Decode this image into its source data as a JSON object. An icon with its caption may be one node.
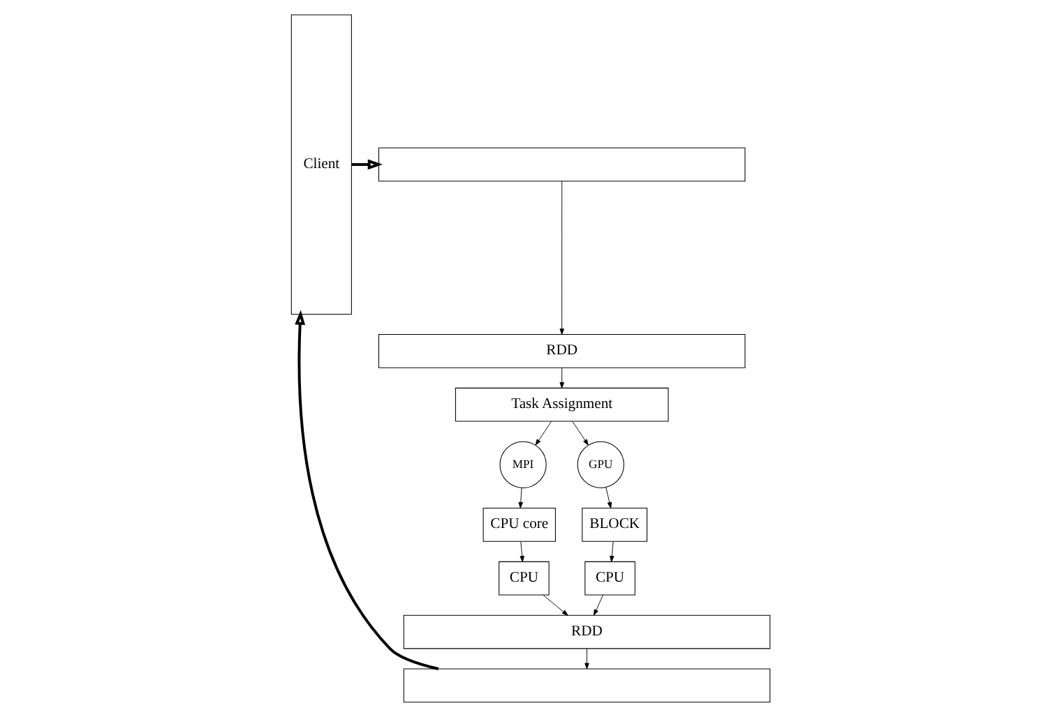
{
  "diagram": {
    "nodes": [
      {
        "text": [
          "Client"
        ]
      },
      {
        "text": [],
        "shape": "box"
      },
      {
        "text": [
          "RDD"
        ]
      },
      {
        "text": [
          "Task Assignment"
        ]
      },
      {
        "text": [
          "MPI"
        ]
      },
      {
        "text": [
          "GPU"
        ]
      },
      {
        "text": [
          "CPU core"
        ]
      },
      {
        "text": [
          "BLOCK"
        ]
      },
      {
        "text": [
          "CPU"
        ]
      },
      {
        "text": [
          "CPU"
        ]
      },
      {
        "text": [
          "RDD"
        ]
      },
      {
        "text": [],
        "shape": "box"
      }
    ],
    "edges": [
      {
        "from": 0,
        "to": 1,
        "arrow": "to",
        "style": "thick"
      },
      {
        "from": 1,
        "to": 2,
        "arrow": "to"
      },
      {
        "from": 2,
        "to": 3,
        "arrow": "to"
      },
      {
        "from": 3,
        "to": 4,
        "arrow": "to"
      },
      {
        "from": 3,
        "to": 5,
        "arrow": "to"
      },
      {
        "from": 4,
        "to": 6,
        "arrow": "to"
      },
      {
        "from": 5,
        "to": 7,
        "arrow": "to"
      },
      {
        "from": 6,
        "to": 8,
        "arrow": "to"
      },
      {
        "from": 7,
        "to": 9,
        "arrow": "to"
      },
      {
        "from": 8,
        "to": 10,
        "arrow": "to"
      },
      {
        "from": 9,
        "to": 10,
        "arrow": "to"
      },
      {
        "from": 10,
        "to": 11,
        "arrow": "to"
      },
      {
        "from": 11,
        "to": 0,
        "arrow": "to",
        "style": "thick"
      }
    ]
  }
}
